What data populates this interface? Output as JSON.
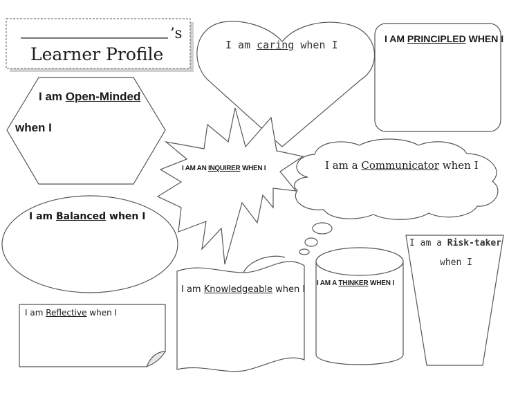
{
  "title_box": {
    "possessive": "’s",
    "title": "Learner Profile"
  },
  "traits": {
    "open_minded": {
      "prefix": "I am ",
      "trait": "Open-Minded",
      "suffix": "when I"
    },
    "caring": {
      "prefix": "I am ",
      "trait": "caring",
      "suffix": " when I"
    },
    "principled": {
      "prefix": "I AM ",
      "trait": "PRINCIPLED",
      "suffix": " WHEN I"
    },
    "inquirer": {
      "prefix": "I AM AN ",
      "trait": "INQUIRER",
      "suffix": " WHEN I"
    },
    "communicator": {
      "prefix": "I am a ",
      "trait": "Communicator",
      "suffix": " when I"
    },
    "balanced": {
      "prefix": "I am ",
      "trait": "Balanced",
      "suffix": " when I"
    },
    "risk_taker": {
      "prefix": "I am a ",
      "trait": "Risk-taker",
      "suffix": "when I"
    },
    "knowledgeable": {
      "prefix": "I am ",
      "trait": "Knowledgeable",
      "suffix": " when I"
    },
    "thinker": {
      "prefix": "I AM A ",
      "trait": "THINKER",
      "suffix": " WHEN I"
    },
    "reflective": {
      "prefix": "I am ",
      "trait": "Reflective",
      "suffix": " when I"
    }
  },
  "colors": {
    "ink": "#1a1a1a",
    "stroke": "#555555",
    "title_shadow": "#bbbbbb"
  }
}
